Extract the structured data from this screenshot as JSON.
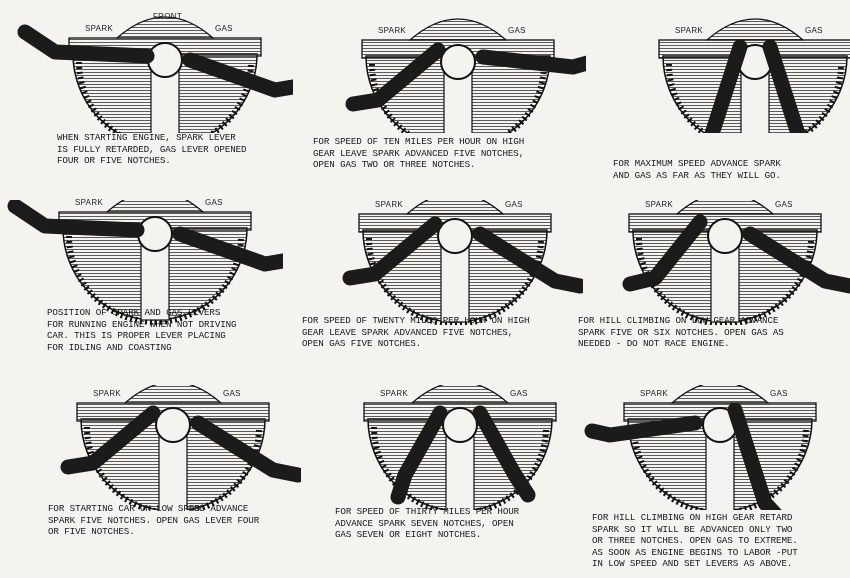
{
  "front_label": "FRONT",
  "panels": [
    {
      "spark_label": "SPARK",
      "gas_label": "GAS",
      "caption": [
        "WHEN STARTING ENGINE, SPARK LEVER",
        "IS FULLY RETARDED, GAS LEVER OPENED",
        "FOUR OR FIVE NOTCHES."
      ]
    },
    {
      "spark_label": "SPARK",
      "gas_label": "GAS",
      "caption": [
        "FOR SPEED OF TEN MILES PER HOUR ON HIGH",
        "GEAR LEAVE SPARK ADVANCED FIVE NOTCHES,",
        "OPEN GAS TWO OR THREE NOTCHES."
      ]
    },
    {
      "spark_label": "SPARK",
      "gas_label": "GAS",
      "caption": [
        "FOR MAXIMUM SPEED ADVANCE SPARK",
        "AND GAS AS FAR AS THEY WILL GO."
      ]
    },
    {
      "spark_label": "SPARK",
      "gas_label": "GAS",
      "caption": [
        "POSITION OF SPARK AND GAS LEVERS",
        "FOR RUNNING ENGINE WHEN NOT DRIVING",
        "CAR. THIS IS PROPER LEVER PLACING",
        "FOR IDLING AND COASTING"
      ]
    },
    {
      "spark_label": "SPARK",
      "gas_label": "GAS",
      "caption": [
        "FOR SPEED OF TWENTY MILES PER HOUR ON HIGH",
        "GEAR LEAVE SPARK ADVANCED FIVE NOTCHES,",
        "OPEN GAS FIVE NOTCHES."
      ]
    },
    {
      "spark_label": "SPARK",
      "gas_label": "GAS",
      "caption": [
        "FOR HILL CLIMBING ON LOW GEAR ADVANCE",
        "SPARK FIVE OR SIX NOTCHES. OPEN GAS AS",
        "NEEDED - DO NOT RACE ENGINE."
      ]
    },
    {
      "spark_label": "SPARK",
      "gas_label": "GAS",
      "caption": [
        "FOR STARTING CAR ON LOW SPEED ADVANCE",
        "SPARK FIVE NOTCHES. OPEN GAS LEVER FOUR",
        "OR FIVE NOTCHES."
      ]
    },
    {
      "spark_label": "SPARK",
      "gas_label": "GAS",
      "caption": [
        "FOR SPEED OF THIRTY MILES PER HOUR",
        "ADVANCE SPARK SEVEN NOTCHES, OPEN",
        "GAS SEVEN OR EIGHT NOTCHES."
      ]
    },
    {
      "spark_label": "SPARK",
      "gas_label": "GAS",
      "caption": [
        "FOR HILL CLIMBING ON HIGH GEAR RETARD",
        "SPARK SO IT WILL BE ADVANCED ONLY TWO",
        "OR THREE NOTCHES. OPEN GAS TO EXTREME.",
        "AS SOON AS ENGINE BEGINS TO LABOR -PUT",
        "IN LOW SPEED AND SET LEVERS AS ABOVE."
      ]
    }
  ]
}
